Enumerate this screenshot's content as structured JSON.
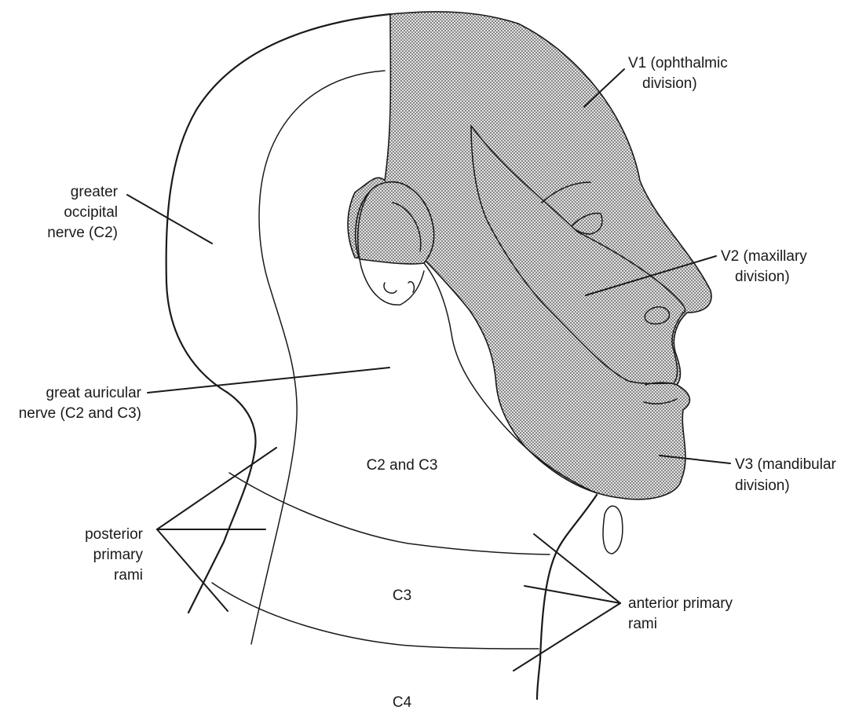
{
  "labels": {
    "v1_line1": "V1 (ophthalmic",
    "v1_line2": "division)",
    "v2_line1": "V2 (maxillary",
    "v2_line2": "division)",
    "v3_line1": "V3 (mandibular",
    "v3_line2": "division)",
    "greater_occipital_line1": "greater",
    "greater_occipital_line2": "occipital",
    "greater_occipital_line3": "nerve (C2)",
    "great_auricular_line1": "great auricular",
    "great_auricular_line2": "nerve (C2 and C3)",
    "c2_c3": "C2 and C3",
    "posterior_line1": "posterior",
    "posterior_line2": "primary",
    "posterior_line3": "rami",
    "c3": "C3",
    "anterior_line1": "anterior primary",
    "anterior_line2": "rami",
    "c4": "C4"
  },
  "colors": {
    "ink": "#1a1a1a",
    "shading_dot": "#3a3a3a",
    "background": "#ffffff"
  }
}
